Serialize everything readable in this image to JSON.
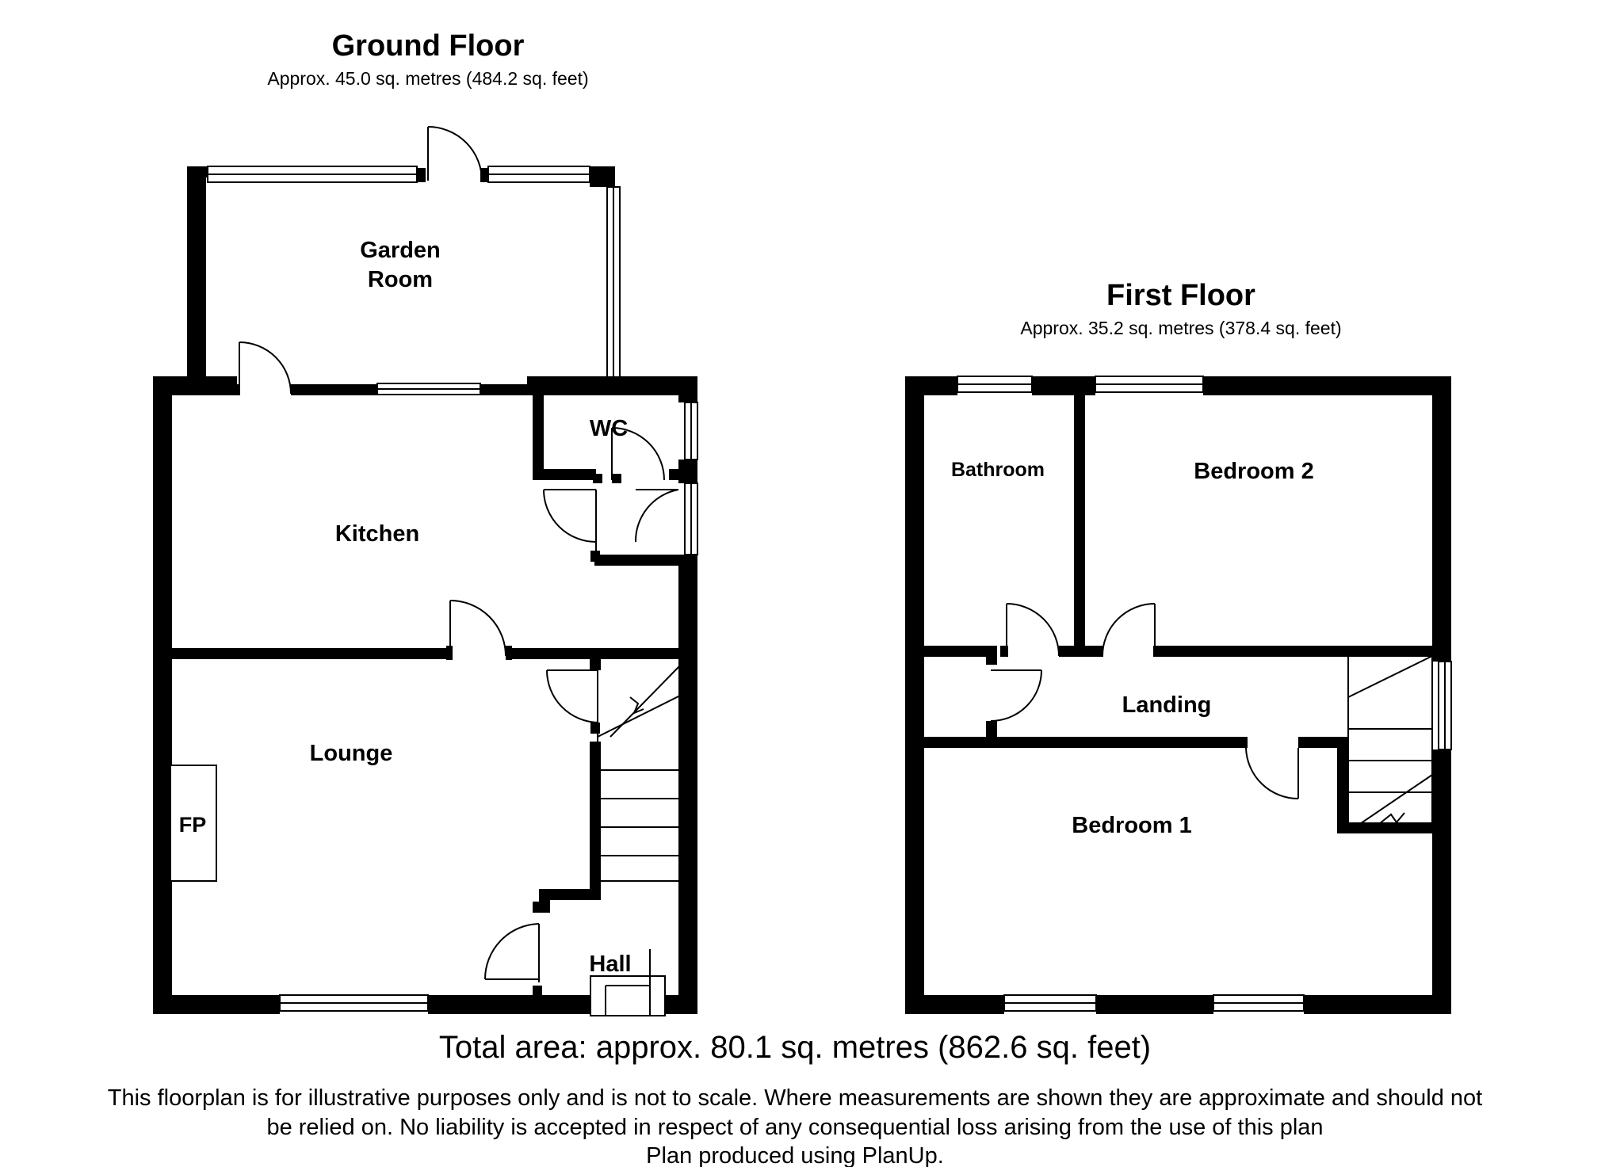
{
  "ground_floor": {
    "title": "Ground Floor",
    "area": "Approx. 45.0 sq. metres (484.2 sq. feet)",
    "rooms": {
      "garden_room_line1": "Garden",
      "garden_room_line2": "Room",
      "kitchen": "Kitchen",
      "wc": "WC",
      "lounge": "Lounge",
      "fp": "FP",
      "hall": "Hall"
    }
  },
  "first_floor": {
    "title": "First Floor",
    "area": "Approx. 35.2 sq. metres (378.4 sq. feet)",
    "rooms": {
      "bathroom": "Bathroom",
      "bedroom2": "Bedroom 2",
      "landing": "Landing",
      "bedroom1": "Bedroom 1"
    }
  },
  "total_area": "Total area: approx. 80.1 sq. metres (862.6 sq. feet)",
  "disclaimer": {
    "line1": "This floorplan is for illustrative purposes only and is not to scale. Where measurements are shown they are approximate and should not",
    "line2": "be relied on. No liability is accepted in respect of any consequential loss arising from the use of this plan",
    "line3": "Plan produced using PlanUp."
  }
}
